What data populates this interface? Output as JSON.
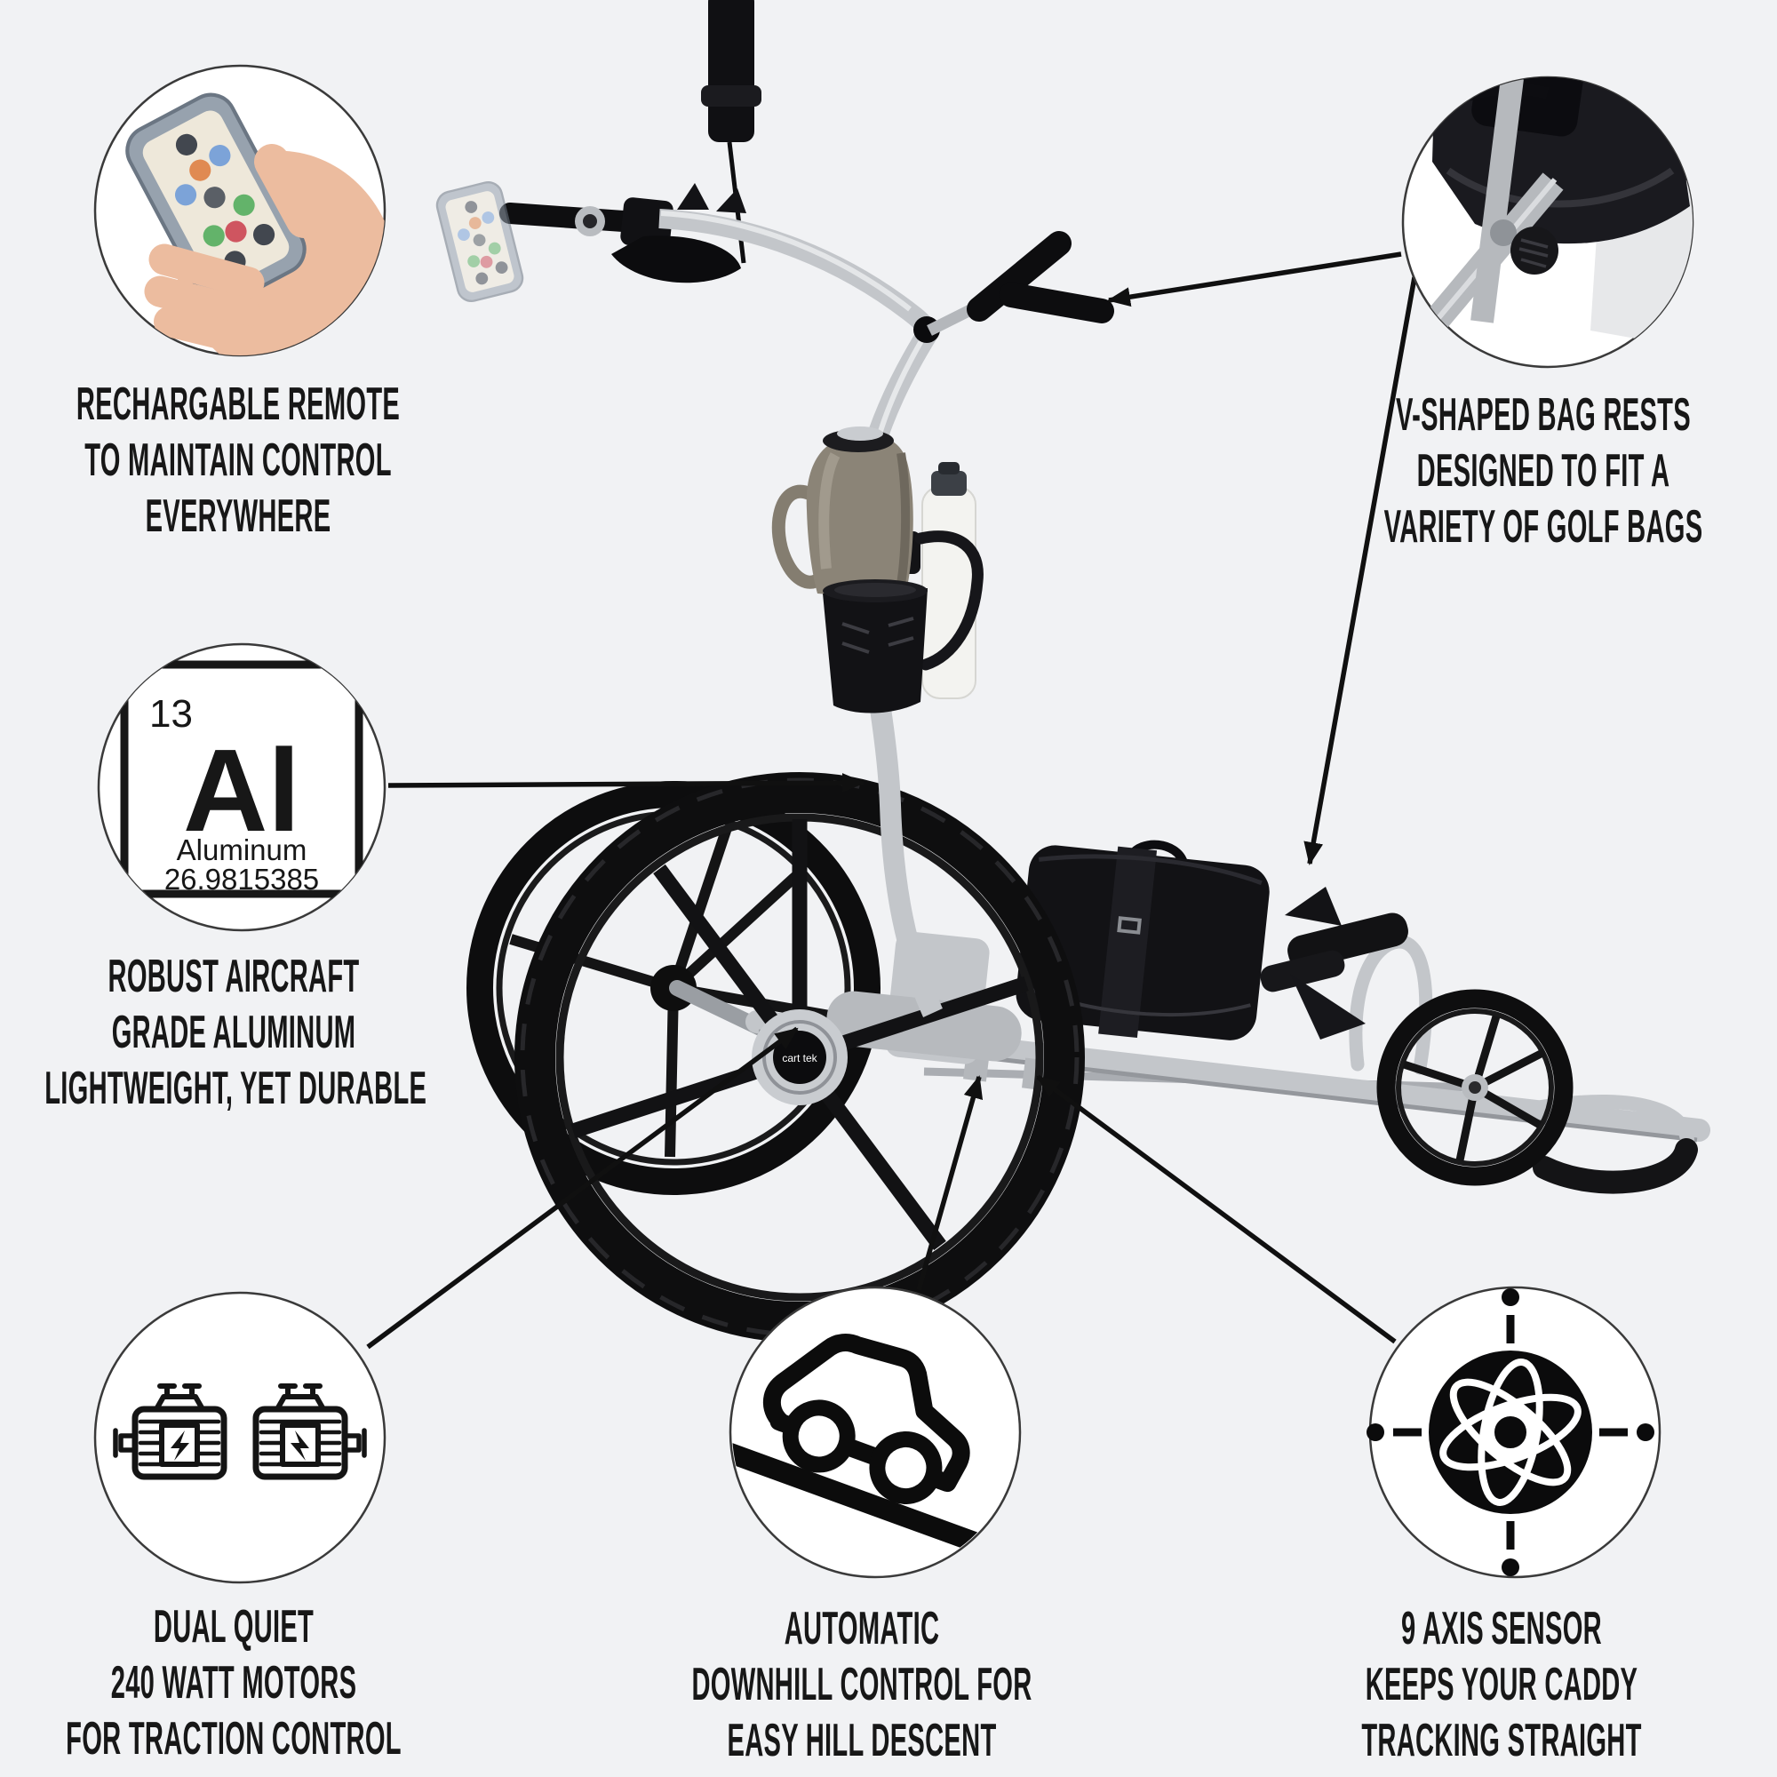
{
  "page": {
    "background": "#f1f2f4"
  },
  "colors": {
    "bg": "#f1f2f4",
    "ink": "#171717",
    "circle-fill": "#ffffff",
    "circle-border": "#3a3a3a",
    "silver": "#c3c6ca",
    "silver-dark": "#9a9ea3",
    "black-part": "#101013",
    "tire": "#0e0e0f",
    "skin": "#ecbc9f",
    "jug": "#8b8477",
    "bottle": "#f3f3f0",
    "remote-case": "#97a2ae",
    "remote-face": "#eee8da",
    "btn-blue": "#7ca3d8",
    "btn-orange": "#e08a52",
    "btn-green": "#63b36a",
    "btn-red": "#cf5560",
    "btn-dark": "#42474f"
  },
  "features": {
    "remote": {
      "icon": "remote-in-hand-photo",
      "lines": [
        "RECHARGABLE REMOTE",
        "TO MAINTAIN CONTROL",
        "EVERYWHERE"
      ]
    },
    "bag_rests": {
      "icon": "bag-rest-photo",
      "lines": [
        "V-SHAPED BAG RESTS",
        "DESIGNED TO FIT A",
        "VARIETY OF GOLF BAGS"
      ]
    },
    "aluminum": {
      "icon": "periodic-element-tile",
      "lines": [
        "ROBUST AIRCRAFT",
        "GRADE ALUMINUM",
        "LIGHTWEIGHT, YET DURABLE"
      ],
      "element": {
        "atomic_number": "13",
        "symbol": "Al",
        "name": "Aluminum",
        "atomic_mass": "26.9815385"
      }
    },
    "motors": {
      "icon": "dual-electric-motors-icon",
      "lines": [
        "DUAL QUIET",
        "240 WATT MOTORS",
        "FOR TRACTION CONTROL"
      ]
    },
    "downhill": {
      "icon": "car-on-slope-icon",
      "lines": [
        "AUTOMATIC",
        "DOWNHILL CONTROL FOR",
        "EASY HILL DESCENT"
      ]
    },
    "sensor": {
      "icon": "nine-axis-gyro-icon",
      "lines": [
        "9 AXIS SENSOR",
        "KEEPS YOUR CADDY",
        "TRACKING STRAIGHT"
      ]
    }
  },
  "product": {
    "wheel_hub_label": "cart tek"
  }
}
